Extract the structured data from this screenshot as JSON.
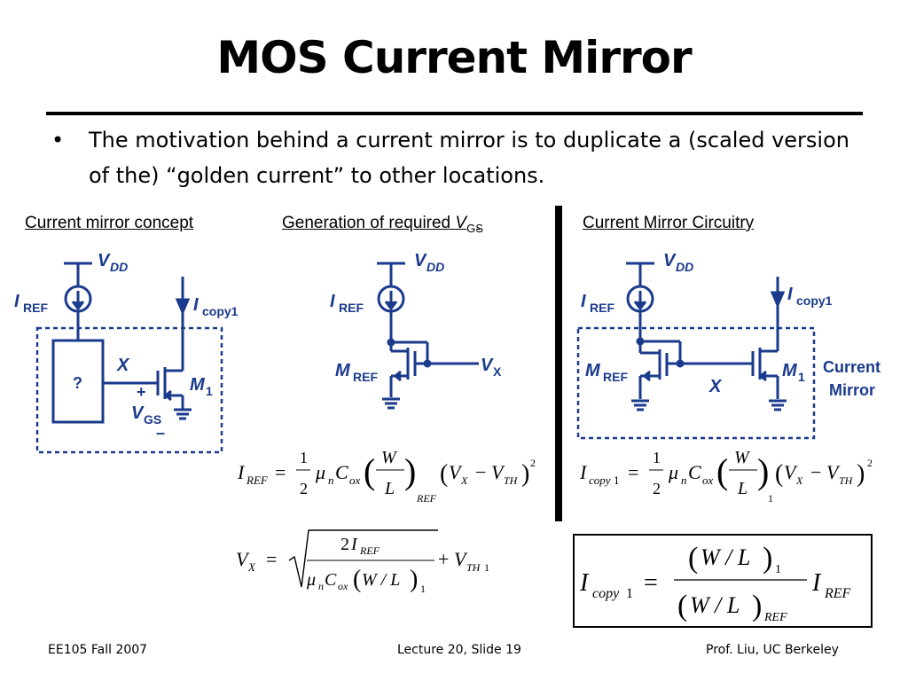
{
  "slide": {
    "title": "MOS Current Mirror",
    "bullet": "The motivation behind a current mirror is to duplicate a (scaled version of the) “golden current” to other locations."
  },
  "captions": {
    "concept": "Current mirror concept",
    "generation": "Generation of required ",
    "generation_v": "V",
    "generation_sub": "GS",
    "circuitry": "Current Mirror Circuitry"
  },
  "circuit_labels": {
    "vdd": "V",
    "vdd_sub": "DD",
    "iref": "I",
    "iref_sub": "REF",
    "icopy": "I",
    "icopy_sub": "copy1",
    "x": "X",
    "vgs": "V",
    "vgs_sub": "GS",
    "plus": "+",
    "minus": "–",
    "question": "?",
    "m1": "M",
    "m1_sub": "1",
    "mref": "M",
    "mref_sub": "REF",
    "vx": "V",
    "vx_sub": "X",
    "mirror_label_1": "Current",
    "mirror_label_2": "Mirror"
  },
  "equations": {
    "eq1": "I_REF = 1/2 μn Cox (W/L)_REF (V_X − V_TH)^2",
    "eq2": "V_X = sqrt( 2 I_REF / (μn Cox (W/L)_1) ) + V_TH1",
    "eq3": "I_copy1 = 1/2 μn Cox (W/L)_1 (V_X − V_TH)^2",
    "eq4": "I_copy1 = (W/L)_1 / (W/L)_REF · I_REF"
  },
  "footer": {
    "left": "EE105 Fall 2007",
    "center": "Lecture 20, Slide 19",
    "right": "Prof. Liu, UC Berkeley"
  },
  "colors": {
    "circuit_blue": "#1a3a8c",
    "dashed_box": "#1a3a8c"
  }
}
